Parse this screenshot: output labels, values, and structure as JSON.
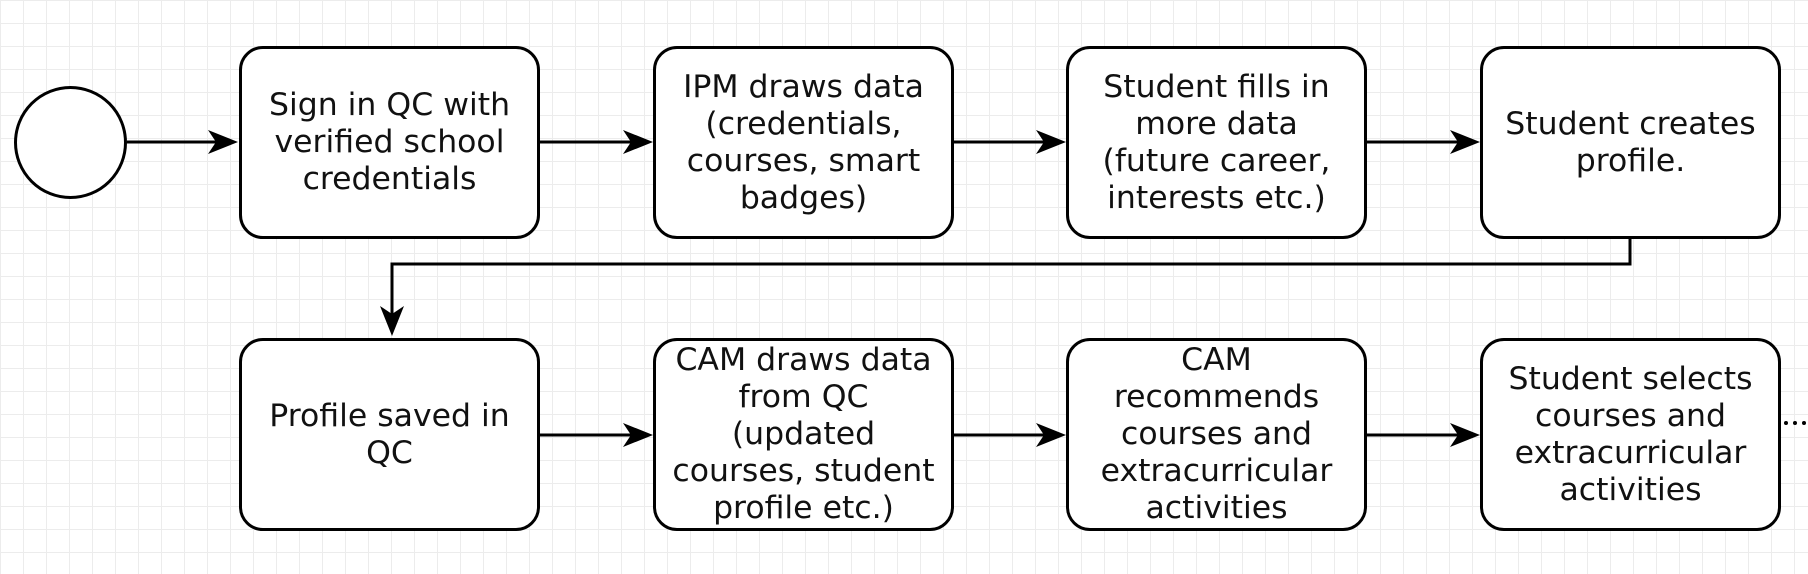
{
  "diagram": {
    "nodes": [
      {
        "id": "sign-in",
        "label": "Sign in QC with\nverified school\ncredentials"
      },
      {
        "id": "ipm-draws-data",
        "label": "IPM draws data\n(credentials,\ncourses, smart\nbadges)"
      },
      {
        "id": "student-fills-data",
        "label": "Student fills in\nmore data\n(future career,\ninterests etc.)"
      },
      {
        "id": "student-creates-profile",
        "label": "Student creates\nprofile."
      },
      {
        "id": "profile-saved",
        "label": "Profile saved in\nQC"
      },
      {
        "id": "cam-draws-data",
        "label": "CAM draws data\nfrom QC\n(updated\ncourses, student\nprofile etc.)"
      },
      {
        "id": "cam-recommends",
        "label": "CAM\nrecommends\ncourses and\nextracurricular\nactivities"
      },
      {
        "id": "student-selects",
        "label": "Student selects\ncourses and\nextracurricular\nactivities"
      }
    ],
    "edges": [
      {
        "from": "start",
        "to": "sign-in"
      },
      {
        "from": "sign-in",
        "to": "ipm-draws-data"
      },
      {
        "from": "ipm-draws-data",
        "to": "student-fills-data"
      },
      {
        "from": "student-fills-data",
        "to": "student-creates-profile"
      },
      {
        "from": "student-creates-profile",
        "to": "profile-saved"
      },
      {
        "from": "profile-saved",
        "to": "cam-draws-data"
      },
      {
        "from": "cam-draws-data",
        "to": "cam-recommends"
      },
      {
        "from": "cam-recommends",
        "to": "student-selects"
      }
    ],
    "continues": true
  }
}
